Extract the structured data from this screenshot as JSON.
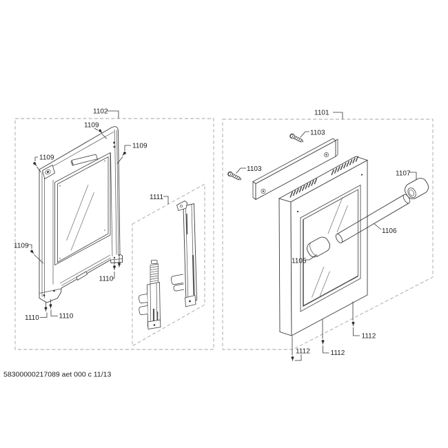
{
  "footer": {
    "code": "58300000217089 aet 000 c 11/13"
  },
  "parts": {
    "inner_door": "1102",
    "outer_door": "1101",
    "hinge_kit": "1111",
    "screw_torx": "1109",
    "screw_bottom": "1110",
    "screw_trim": "1103",
    "handle_support_left": "1105",
    "handle_tube": "1106",
    "handle_support_right": "1107",
    "screw_front": "1112"
  }
}
